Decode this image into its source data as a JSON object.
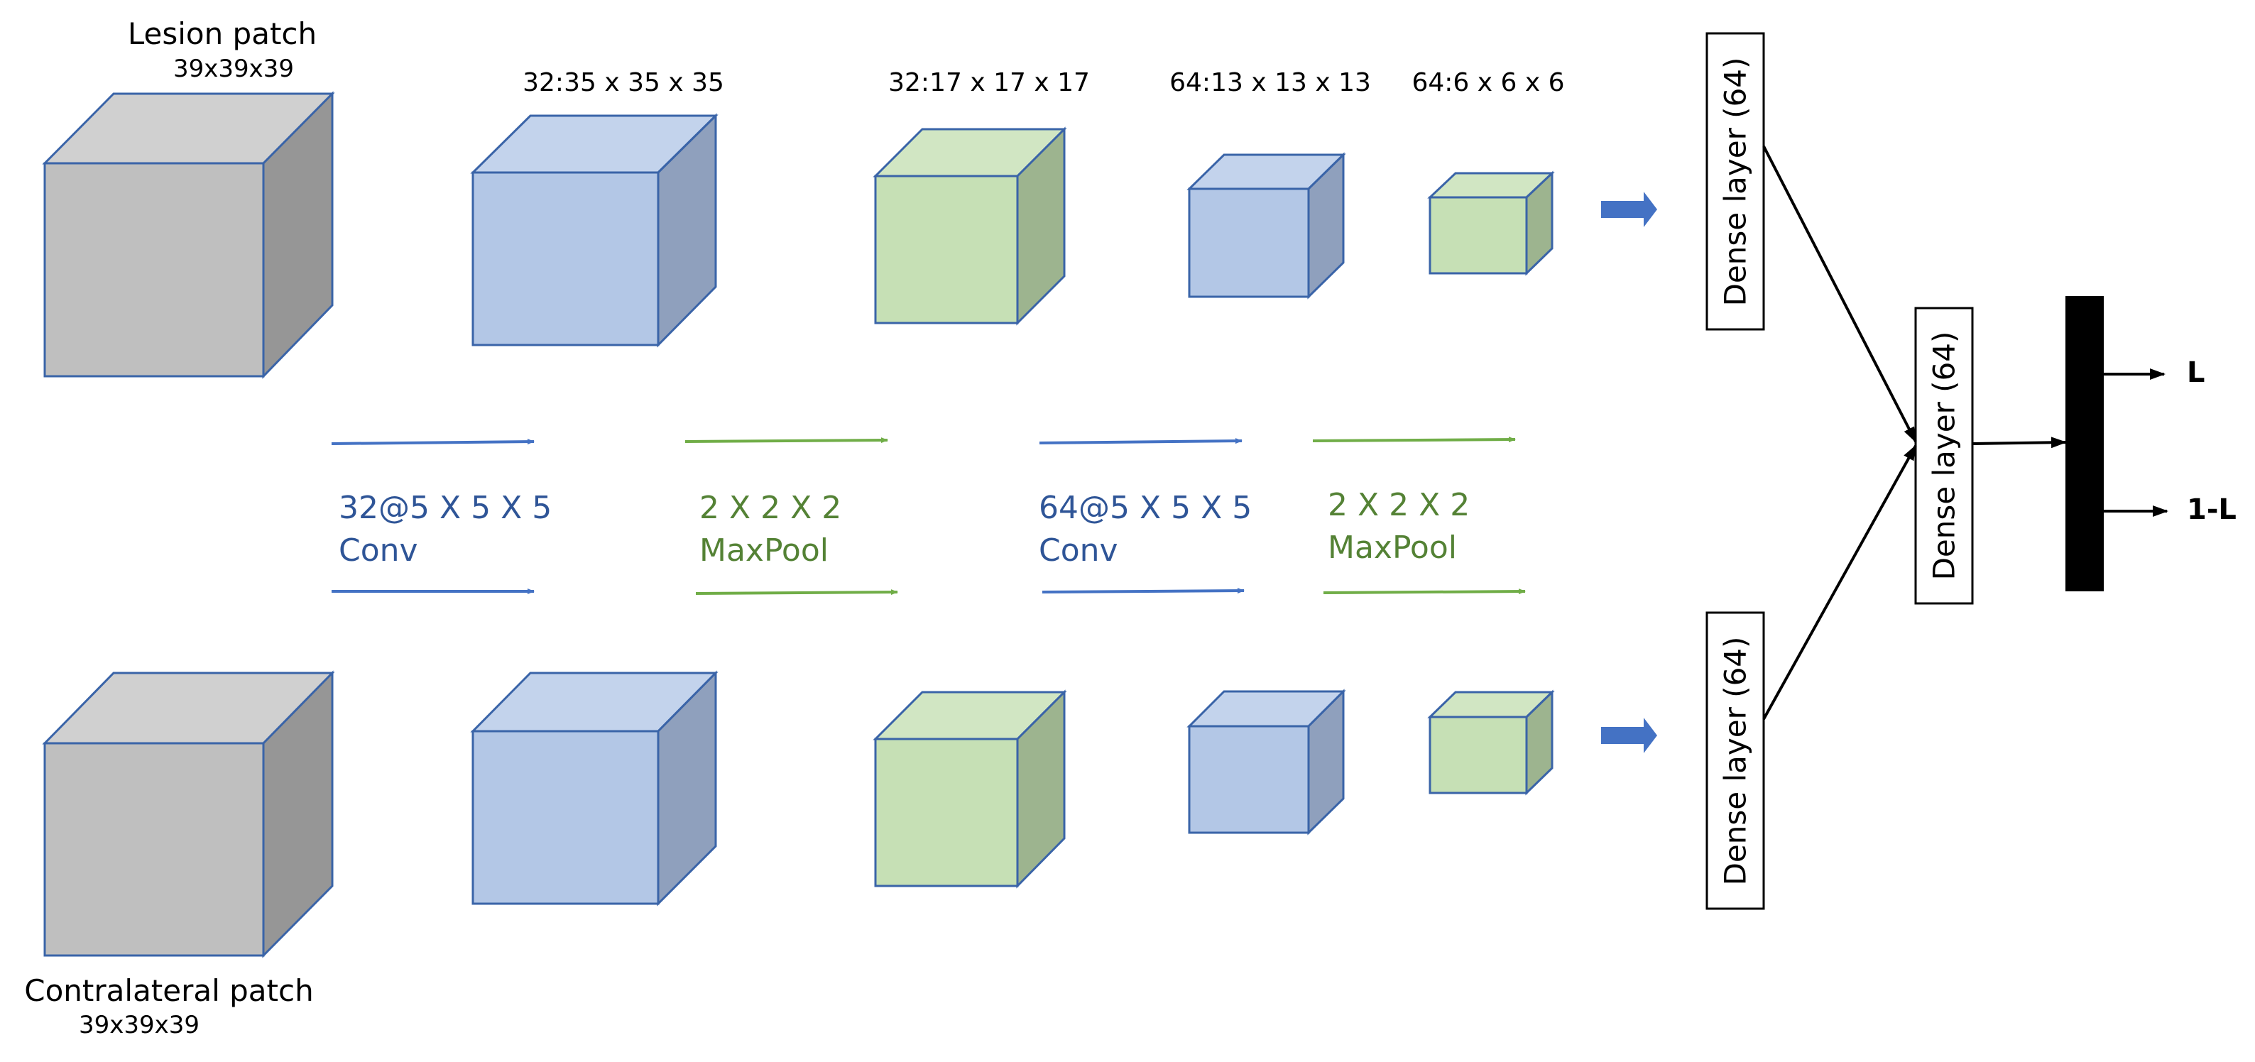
{
  "input_top": {
    "title": "Lesion patch",
    "size": "39x39x39"
  },
  "input_bottom": {
    "title": "Contralateral patch",
    "size": "39x39x39"
  },
  "feature_maps": {
    "conv1": "32:35 x 35 x 35",
    "pool1": "32:17 x 17 x 17",
    "conv2": "64:13 x 13 x 13",
    "pool2": "64:6 x 6 x 6"
  },
  "ops": {
    "conv1": {
      "filter": "32@5 X 5 X 5",
      "name": "Conv"
    },
    "pool1": {
      "filter": "2 X 2 X 2",
      "name": "MaxPool"
    },
    "conv2": {
      "filter": "64@5 X 5 X 5",
      "name": "Conv"
    },
    "pool2": {
      "filter": "2 X 2 X 2",
      "name": "MaxPool"
    }
  },
  "dense": {
    "top": "Dense layer (64)",
    "bottom": "Dense layer (64)",
    "merge": "Dense layer (64)"
  },
  "outputs": {
    "l": "L",
    "one_minus_l": "1-L"
  },
  "colors": {
    "input_front": "#bfbfbf",
    "input_top": "#d0d0d0",
    "input_side": "#969696",
    "conv_front": "#b3c7e6",
    "conv_top": "#c3d3ec",
    "conv_side": "#8fa0bd",
    "pool_front": "#c6e0b5",
    "pool_top": "#d1e6c3",
    "pool_side": "#9db48f",
    "edge": "#3a64a8",
    "conv_arrow": "#4472c4",
    "pool_arrow": "#70ad47",
    "conv_text": "#2f5597",
    "pool_text": "#548235",
    "output_block": "#000000"
  }
}
